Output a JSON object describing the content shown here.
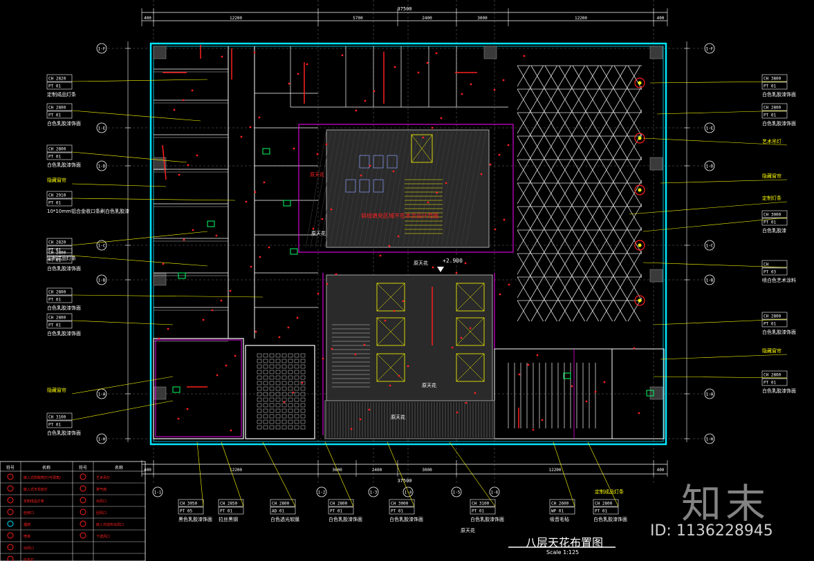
{
  "drawing": {
    "title": "八层天花布置图",
    "scale": "Scale 1:125",
    "watermark": "知末",
    "id": "ID: 1136228945"
  },
  "colors": {
    "background": "#000000",
    "wall_cyan": "#00e5ff",
    "leader_yellow": "#ffff00",
    "partition_magenta": "#ff00ff",
    "light_red": "#ff2020",
    "core_gray": "#5a5a5a",
    "grid_white": "#ffffff",
    "accent_green": "#00ff66"
  },
  "dimensions": {
    "top_total": "37500",
    "top_segments": [
      "400",
      "12200",
      "5700",
      "2400",
      "3000",
      "12200",
      "400"
    ],
    "bottom_total": "37500",
    "bottom_segments": [
      "400",
      "12200",
      "3600",
      "2400",
      "3000",
      "12200",
      "400"
    ]
  },
  "grid_markers": {
    "left": [
      "1-F",
      "1-E",
      "1-D",
      "1-C",
      "1-B",
      "1-A",
      "1-H"
    ],
    "right": [
      "1-F",
      "1-E",
      "1-D",
      "1-C",
      "1-B",
      "1-A",
      "1-H"
    ],
    "bottom": [
      "1-1",
      "1-2",
      "1-3",
      "1-4",
      "1-5",
      "1-6"
    ]
  },
  "left_tags": [
    {
      "code": "CH 2820",
      "material": "PT 01",
      "desc": "定制成品灯条"
    },
    {
      "code": "CH 2800",
      "material": "PT 01",
      "desc": "白色乳胶漆饰面"
    },
    {
      "code": "CH 2800",
      "material": "PT 01",
      "desc": "白色乳胶漆饰面"
    },
    {
      "code": "",
      "material": "",
      "desc": "隐藏窗帘"
    },
    {
      "code": "CH 2910",
      "material": "PT 01",
      "desc": "10*10mm铝合金收口条刷白色乳胶漆"
    },
    {
      "code": "CH 2820",
      "material": "PT 01",
      "desc": "定制成品灯条"
    },
    {
      "code": "CH 2800",
      "material": "PT 01",
      "desc": "白色乳胶漆饰面"
    },
    {
      "code": "CH 2800",
      "material": "PT 01",
      "desc": "白色乳胶漆饰面"
    },
    {
      "code": "CH 2800",
      "material": "PT 01",
      "desc": "白色乳胶漆饰面"
    },
    {
      "code": "",
      "material": "",
      "desc": "隐藏窗帘"
    },
    {
      "code": "CH 3100",
      "material": "PT 01",
      "desc": "白色乳胶漆饰面"
    }
  ],
  "right_tags": [
    {
      "code": "CH 3800",
      "material": "PT 01",
      "desc": "白色乳胶漆饰面"
    },
    {
      "code": "CH 2800",
      "material": "PT 01",
      "desc": "白色乳胶漆饰面"
    },
    {
      "code": "",
      "material": "",
      "desc": "艺术吊灯"
    },
    {
      "code": "",
      "material": "",
      "desc": "隐藏窗帘"
    },
    {
      "code": "",
      "material": "",
      "desc": "定制灯条"
    },
    {
      "code": "CH 3000",
      "material": "PT 01",
      "desc": "白色乳胶漆"
    },
    {
      "code": "CH",
      "material": "PT 03",
      "desc": "喷白色艺术涂料"
    },
    {
      "code": "CH 2800",
      "material": "PT 01",
      "desc": "白色乳胶漆饰面"
    },
    {
      "code": "",
      "material": "",
      "desc": "隐藏窗帘"
    },
    {
      "code": "CH 2800",
      "material": "PT 01",
      "desc": "白色乳胶漆饰面"
    }
  ],
  "bottom_tags": [
    {
      "code": "CH 3050",
      "material": "PT 05",
      "desc": "黑色乳胶漆饰面"
    },
    {
      "code": "CH 2850",
      "material": "PT 01",
      "desc": "拉丝黑钢"
    },
    {
      "code": "CH 2800",
      "material": "AD 01",
      "desc": "白色透光软膜"
    },
    {
      "code": "CH 2800",
      "material": "PT 01",
      "desc": "白色乳胶漆饰面"
    },
    {
      "code": "CH 3000",
      "material": "PT 01",
      "desc": "白色乳胶漆饰面"
    },
    {
      "code": "CH 3100",
      "material": "PT 01",
      "desc": "白色乳胶漆饰面"
    },
    {
      "code": "CH 2600",
      "material": "WP 01",
      "desc": "吸音毛毡"
    },
    {
      "code": "CH 2800",
      "material": "PT 01",
      "desc": "白色乳胶漆饰面"
    }
  ],
  "room_labels": {
    "raw_ceiling_1": "原天花",
    "raw_ceiling_2": "原天花",
    "raw_ceiling_3": "原天花",
    "raw_ceiling_4": "原天花",
    "raw_ceiling_5": "原天花",
    "raw_ceiling_6": "原天花",
    "elevation": "+2.900",
    "core_note": "斜线填充区域不在本次设计范围",
    "custom_light_bottom": "定制成品灯条"
  },
  "legend_rows": [
    {
      "icon": "red-circle",
      "desc": "嵌入式防眩筒灯(可调角)",
      "icon2": "spark",
      "desc2": "艺术吊灯"
    },
    {
      "icon": "red-sun",
      "desc": "嵌入式天花射灯",
      "icon2": "fan",
      "desc2": "排气扇"
    },
    {
      "icon": "red-line",
      "desc": "定制成品灯条",
      "icon2": "grille",
      "desc2": "出风口"
    },
    {
      "icon": "green-square",
      "desc": "检修口",
      "icon2": "grille2",
      "desc2": "回风口"
    },
    {
      "icon": "cyan-hex",
      "desc": "烟感",
      "icon2": "bar",
      "desc2": "嵌入式线形出风口"
    },
    {
      "icon": "red-dot",
      "desc": "喷淋",
      "icon2": "box",
      "desc2": "下送风口"
    },
    {
      "icon": "red-ring",
      "desc": "出风口",
      "icon2": "",
      "desc2": ""
    },
    {
      "icon": "exit",
      "desc": "应急灯",
      "icon2": "",
      "desc2": ""
    }
  ],
  "legend_header": [
    "符号",
    "名称",
    "符号",
    "名称"
  ]
}
